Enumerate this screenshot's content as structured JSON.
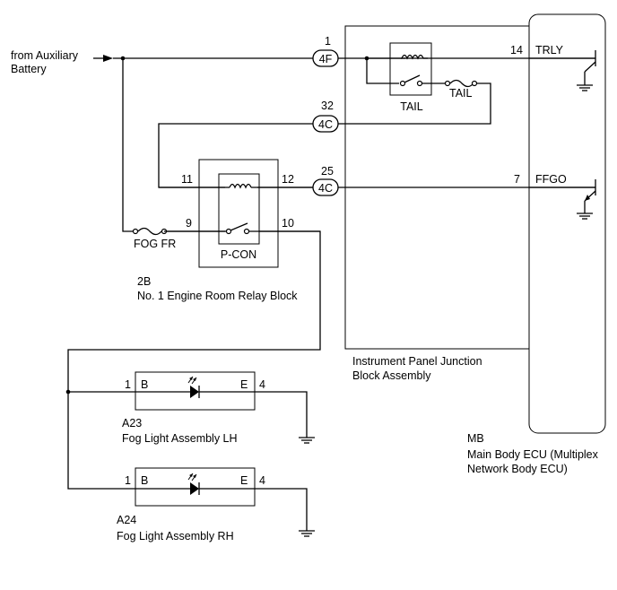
{
  "source": {
    "line1": "from Auxiliary",
    "line2": "Battery"
  },
  "connectors": {
    "c1": {
      "pin": "1",
      "label": "4F"
    },
    "c2": {
      "pin": "32",
      "label": "4C"
    },
    "c3": {
      "pin": "25",
      "label": "4C"
    }
  },
  "tail_relay": {
    "label": "TAIL",
    "fuse_label": "TAIL"
  },
  "pcon_relay": {
    "label": "P-CON",
    "pin_left_top": "11",
    "pin_right_top": "12",
    "pin_left_bottom": "9",
    "pin_right_bottom": "10"
  },
  "fog_fuse": {
    "label": "FOG FR"
  },
  "relay_block": {
    "code": "2B",
    "name": "No. 1 Engine Room Relay Block"
  },
  "junction_block": {
    "line1": "Instrument Panel Junction",
    "line2": "Block Assembly"
  },
  "ecu": {
    "code": "MB",
    "line1": "Main Body ECU (Multiplex",
    "line2": "Network Body ECU)",
    "pin_trly": "14",
    "sig_trly": "TRLY",
    "pin_ffgo": "7",
    "sig_ffgo": "FFGO"
  },
  "fog_lh": {
    "code": "A23",
    "name": "Fog Light Assembly LH",
    "pin_b": "1",
    "label_b": "B",
    "pin_e": "4",
    "label_e": "E"
  },
  "fog_rh": {
    "code": "A24",
    "name": "Fog Light Assembly RH",
    "pin_b": "1",
    "label_b": "B",
    "pin_e": "4",
    "label_e": "E"
  }
}
